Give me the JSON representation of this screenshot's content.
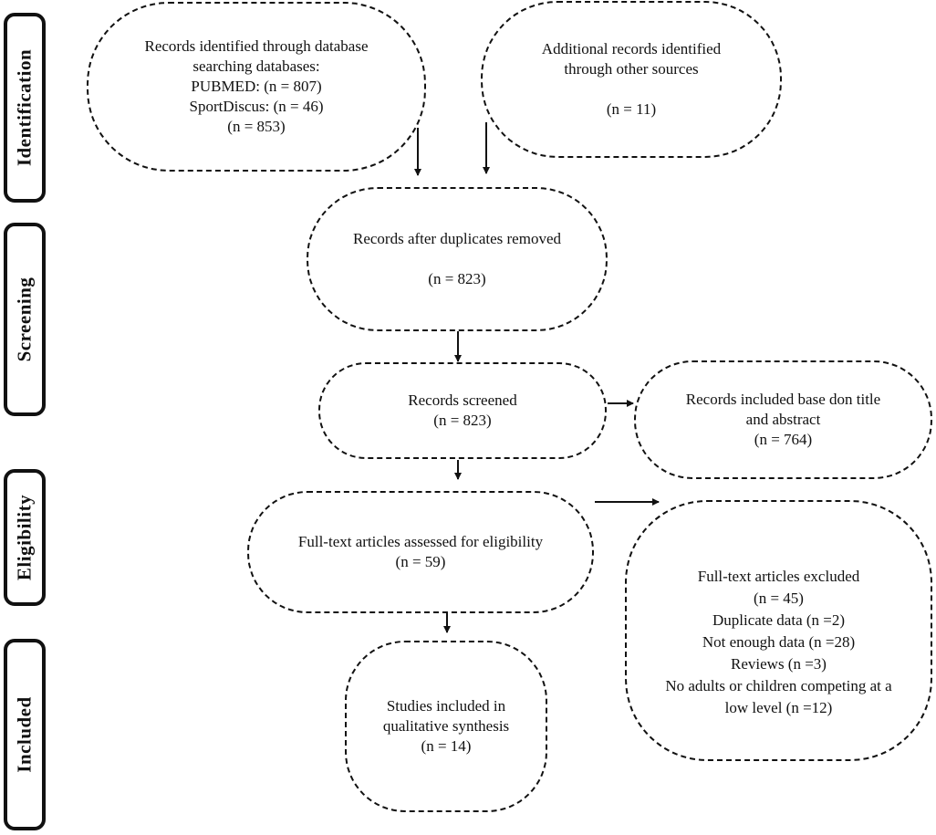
{
  "phases": {
    "identification": "Identification",
    "screening": "Screening",
    "eligibility": "Eligibility",
    "included": "Included"
  },
  "boxes": {
    "database_search": {
      "line1": "Records identified through database",
      "line2": "searching databases:",
      "line3": "PUBMED: (n = 807)",
      "line4": "SportDiscus: (n = 46)",
      "line5": "(n = 853)"
    },
    "other_sources": {
      "line1": "Additional records identified",
      "line2": "through other sources",
      "count": "(n = 11)"
    },
    "duplicates_removed": {
      "line1": "Records after duplicates removed",
      "count": "(n = 823)"
    },
    "screened": {
      "line1": "Records screened",
      "count": "(n = 823)"
    },
    "title_abstract": {
      "line1": "Records included base don title",
      "line2": "and abstract",
      "count": "(n = 764)"
    },
    "full_text_assessed": {
      "line1": "Full-text articles assessed for eligibility",
      "count": "(n = 59)"
    },
    "full_text_excluded": {
      "line1": "Full-text articles excluded",
      "line2": "(n = 45)",
      "line3": "Duplicate data (n =2)",
      "line4": "Not enough data (n =28)",
      "line5": "Reviews (n =3)",
      "line6": "No adults or children competing at a",
      "line7": "low level (n =12)"
    },
    "included_studies": {
      "line1": "Studies included in",
      "line2": "qualitative synthesis",
      "count": "(n = 14)"
    }
  }
}
